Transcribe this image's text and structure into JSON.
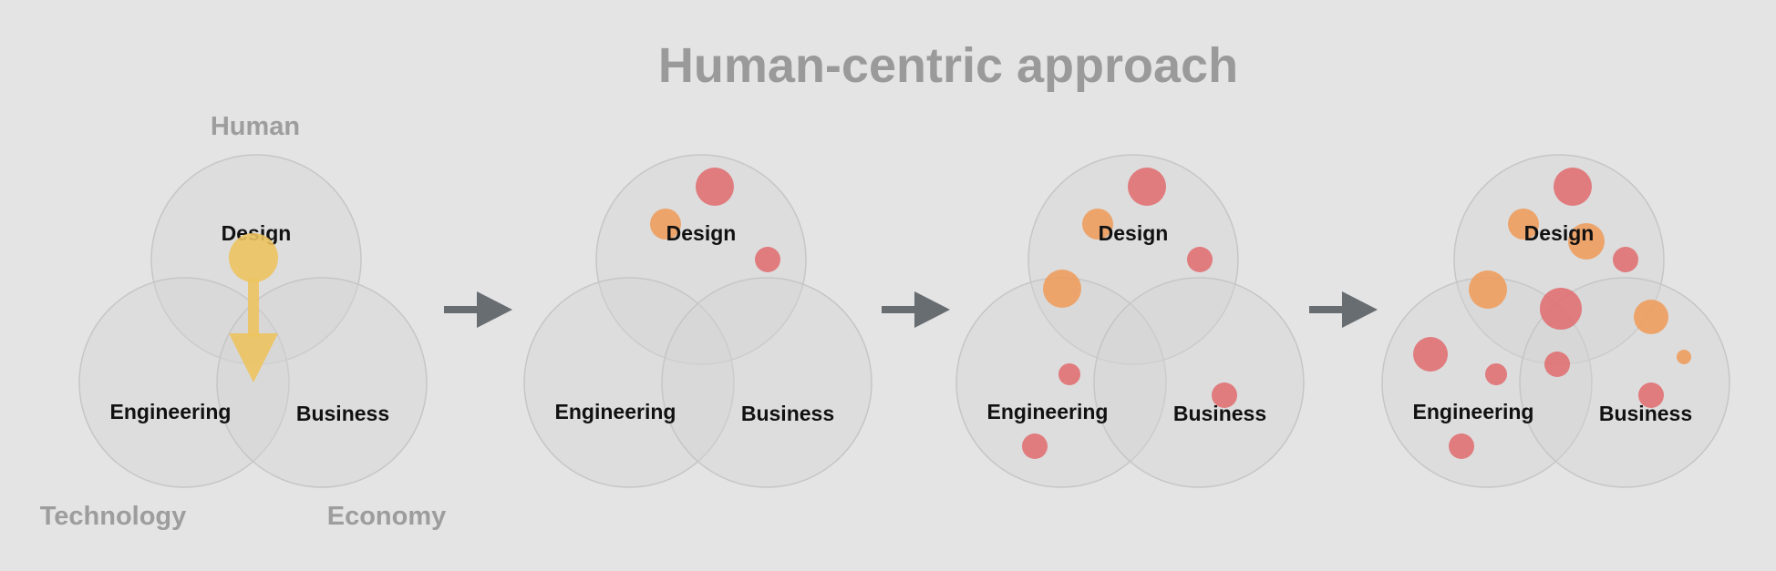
{
  "title": "Human-centric approach",
  "dimension_labels": {
    "human": "Human",
    "technology": "Technology",
    "economy": "Economy"
  },
  "set_labels": {
    "design": "Design",
    "engineering": "Engineering",
    "business": "Business"
  },
  "colors": {
    "background": "#e4e4e4",
    "title": "#9a9a9a",
    "dimension_label": "#9d9d9d",
    "set_label": "#111111",
    "arrow": "#686d72",
    "yellow_marker": "#ecc35f",
    "red_dot": "#e06a6d",
    "orange_dot": "#ee9a57"
  },
  "stages": [
    {
      "id": "stage-1",
      "dots": []
    },
    {
      "id": "stage-2",
      "dots": [
        "red",
        "orange",
        "red"
      ]
    },
    {
      "id": "stage-3",
      "dots": [
        "red",
        "orange",
        "red",
        "orange",
        "red",
        "red",
        "red"
      ]
    },
    {
      "id": "stage-4",
      "dots": [
        "red",
        "orange",
        "orange",
        "red",
        "orange",
        "red",
        "orange",
        "red",
        "red",
        "red",
        "orange",
        "red",
        "red"
      ]
    }
  ]
}
